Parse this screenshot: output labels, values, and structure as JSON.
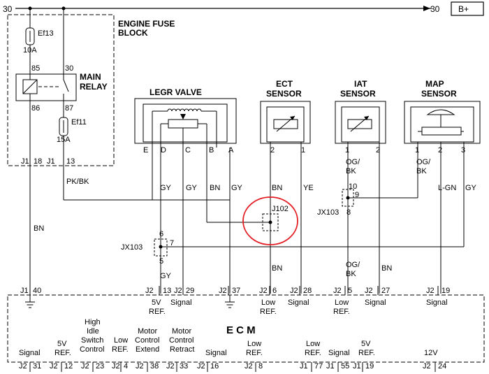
{
  "power": {
    "left_label": "30",
    "right_label": "30",
    "bplus": "B+"
  },
  "fuse_block": {
    "title_line1": "ENGINE FUSE",
    "title_line2": "BLOCK",
    "ef13_name": "Ef13",
    "ef13_rating": "10A",
    "relay_pin85": "85",
    "relay_pin30": "30",
    "relay_pin86": "86",
    "relay_pin87": "87",
    "relay_line1": "MAIN",
    "relay_line2": "RELAY",
    "ef11_name": "Ef11",
    "ef11_rating": "15A",
    "conn": "J1",
    "pin_a": "18",
    "pin_b": "13"
  },
  "components": {
    "legr_title": "LEGR VALVE",
    "ect_line1": "ECT",
    "ect_line2": "SENSOR",
    "iat_line1": "IAT",
    "iat_line2": "SENSOR",
    "map_line1": "MAP",
    "map_line2": "SENSOR"
  },
  "legr_pins": [
    "E",
    "D",
    "C",
    "B",
    "A"
  ],
  "ect_pins": [
    "2",
    "1"
  ],
  "iat_pins": [
    "1",
    "2"
  ],
  "map_pins": [
    "1",
    "2",
    "3"
  ],
  "wires": {
    "pkbk": "PK/BK",
    "bn_left": "BN",
    "gy_d": "GY",
    "gy_c": "GY",
    "bn_b": "BN",
    "gy_a": "GY",
    "bn_ect": "BN",
    "ye_ect": "YE",
    "ogbk_iat_1": "OG/",
    "ogbk_iat_2": "BK",
    "ogbk_map_1": "OG/",
    "ogbk_map_2": "BK",
    "lgn_map": "L-GN",
    "gy_map": "GY",
    "gy_lower": "GY",
    "bn_ect_lower": "BN",
    "ogbk_lower_1": "OG/",
    "ogbk_lower_2": "BK",
    "bn_iat_lower": "BN"
  },
  "splices": {
    "jx103_left": "JX103",
    "jx103_left_6": "6",
    "jx103_left_7": "7",
    "jx103_left_5": "5",
    "j102": "J102",
    "jx103_right": "JX103",
    "jx103_right_10": "10",
    "jx103_right_9": "9",
    "jx103_right_8": "8"
  },
  "ecm": {
    "title": "E C M",
    "top_pins": [
      {
        "conn": "J1",
        "pin": "40"
      },
      {
        "conn": "J2",
        "pin": "13"
      },
      {
        "conn": "J2",
        "pin": "29"
      },
      {
        "conn": "J2",
        "pin": "37"
      },
      {
        "conn": "J2",
        "pin": "6"
      },
      {
        "conn": "J2",
        "pin": "28"
      },
      {
        "conn": "J2",
        "pin": "5"
      },
      {
        "conn": "J2",
        "pin": "27"
      },
      {
        "conn": "J2",
        "pin": "19"
      }
    ],
    "top_labels": {
      "ref5v_1": "5V",
      "ref5v_2": "REF.",
      "signal_29": "Signal",
      "low_6_1": "Low",
      "low_6_2": "REF.",
      "signal_28": "Signal",
      "low_5_1": "Low",
      "low_5_2": "REF.",
      "signal_27": "Signal",
      "signal_19": "Signal"
    },
    "bottom_labels": {
      "signal_31": "Signal",
      "ref5v_12_1": "5V",
      "ref5v_12_2": "REF.",
      "hisc_1": "High",
      "hisc_2": "Idle",
      "hisc_3": "Switch",
      "hisc_4": "Control",
      "low_4_1": "Low",
      "low_4_2": "REF.",
      "mce_1": "Motor",
      "mce_2": "Control",
      "mce_3": "Extend",
      "mcr_1": "Motor",
      "mcr_2": "Control",
      "mcr_3": "Retract",
      "signal_16": "Signal",
      "low_8_1": "Low",
      "low_8_2": "REF.",
      "low_77_1": "Low",
      "low_77_2": "REF.",
      "signal_55": "Signal",
      "ref5v_19_1": "5V",
      "ref5v_19_2": "REF.",
      "v12": "12V"
    },
    "bottom_pins": [
      {
        "conn": "J2",
        "pin": "31"
      },
      {
        "conn": "J2",
        "pin": "12"
      },
      {
        "conn": "J2",
        "pin": "23"
      },
      {
        "conn": "J2",
        "pin": "4"
      },
      {
        "conn": "J2",
        "pin": "38"
      },
      {
        "conn": "J2",
        "pin": "33"
      },
      {
        "conn": "J2",
        "pin": "16"
      },
      {
        "conn": "J2",
        "pin": "8"
      },
      {
        "conn": "J1",
        "pin": "77"
      },
      {
        "conn": "J1",
        "pin": "55"
      },
      {
        "conn": "J1",
        "pin": "19"
      },
      {
        "conn": "J2",
        "pin": "24"
      }
    ]
  }
}
